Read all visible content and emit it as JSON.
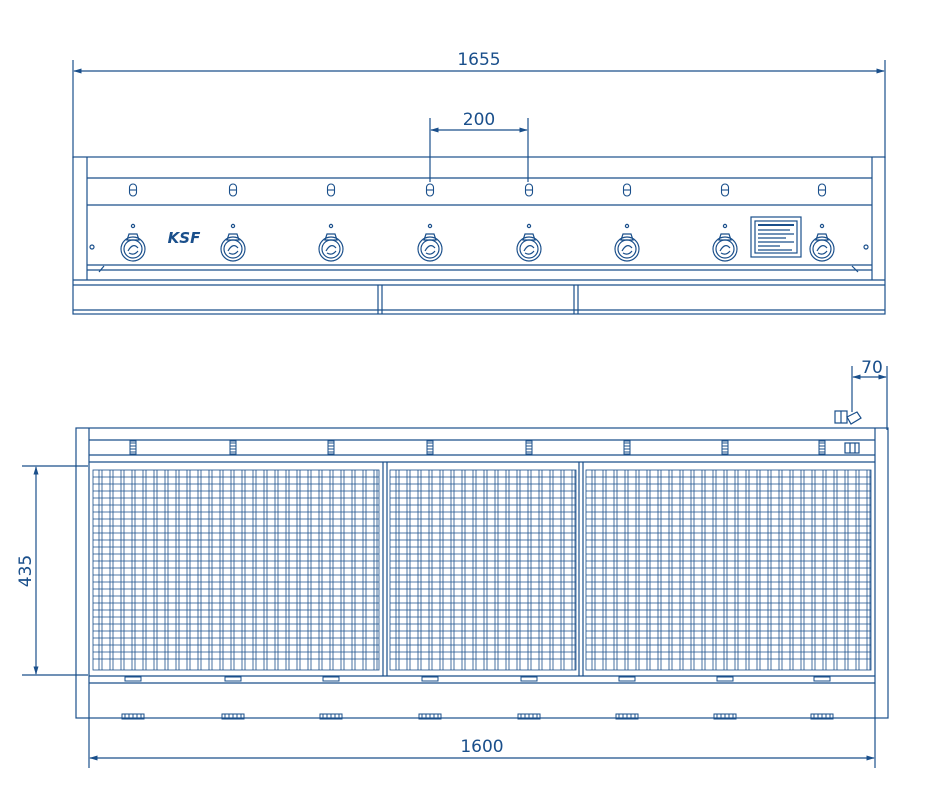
{
  "drawing": {
    "line_color": "#1a4f8b",
    "dim_color": "#1a4f8b",
    "brand_label": "KSF",
    "dimensions": {
      "overall_width": "1655",
      "knob_spacing": "200",
      "top_offset": "70",
      "depth": "435",
      "inner_width": "1600"
    },
    "front_view": {
      "knob_count": 8,
      "indicator_count": 8,
      "drawer_count": 3,
      "has_rating_plate": true
    },
    "top_view": {
      "grill_sections": 3,
      "has_gas_connector": true
    }
  }
}
